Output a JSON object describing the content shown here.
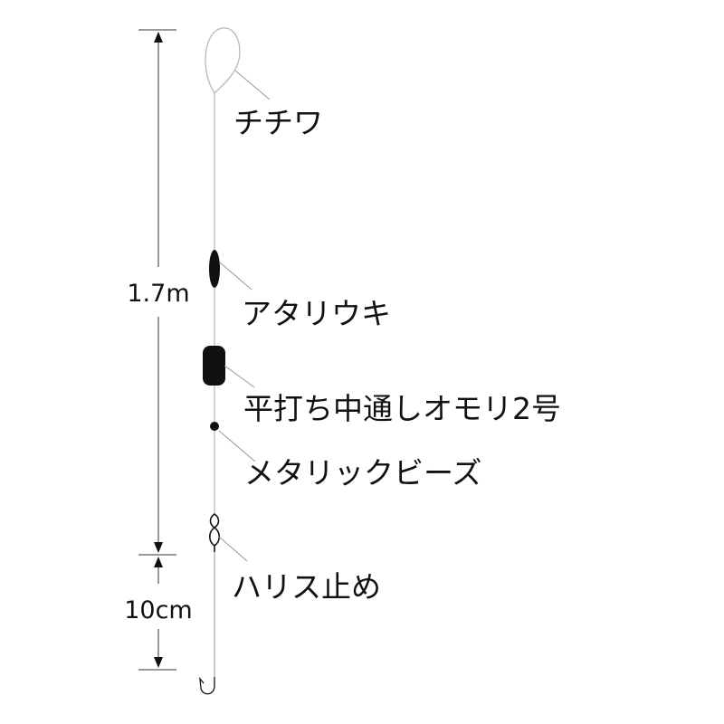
{
  "parts": {
    "loop": "チチワ",
    "float": "アタリウキ",
    "sinker": "平打ち中通しオモリ2号",
    "bead": "メタリックビーズ",
    "swivel": "ハリス止め"
  },
  "dimensions": {
    "main_line": "1.7m",
    "leader": "10cm"
  },
  "colors": {
    "line": "#b8b8b8",
    "parts": "#111111",
    "leader_line": "#999999"
  }
}
